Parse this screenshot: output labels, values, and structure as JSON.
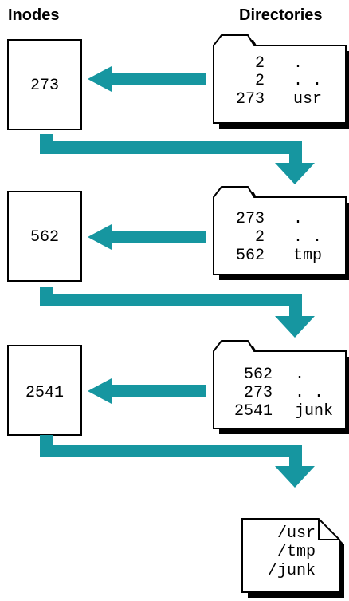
{
  "headers": {
    "inodes": "Inodes",
    "directories": "Directories"
  },
  "colors": {
    "arrow": "#1696a0",
    "stroke": "#000000",
    "shadow": "#000000"
  },
  "levels": [
    {
      "inode": "273",
      "entries": [
        {
          "num": "2",
          "name": "."
        },
        {
          "num": "2",
          "name": ". ."
        },
        {
          "num": "273",
          "name": "usr"
        }
      ]
    },
    {
      "inode": "562",
      "entries": [
        {
          "num": "273",
          "name": "."
        },
        {
          "num": "2",
          "name": ". ."
        },
        {
          "num": "562",
          "name": "tmp"
        }
      ]
    },
    {
      "inode": "2541",
      "entries": [
        {
          "num": "562",
          "name": "."
        },
        {
          "num": "273",
          "name": ". ."
        },
        {
          "num": "2541",
          "name": "junk"
        }
      ]
    }
  ],
  "file": {
    "lines": [
      "/usr",
      "/tmp",
      "/junk"
    ]
  }
}
